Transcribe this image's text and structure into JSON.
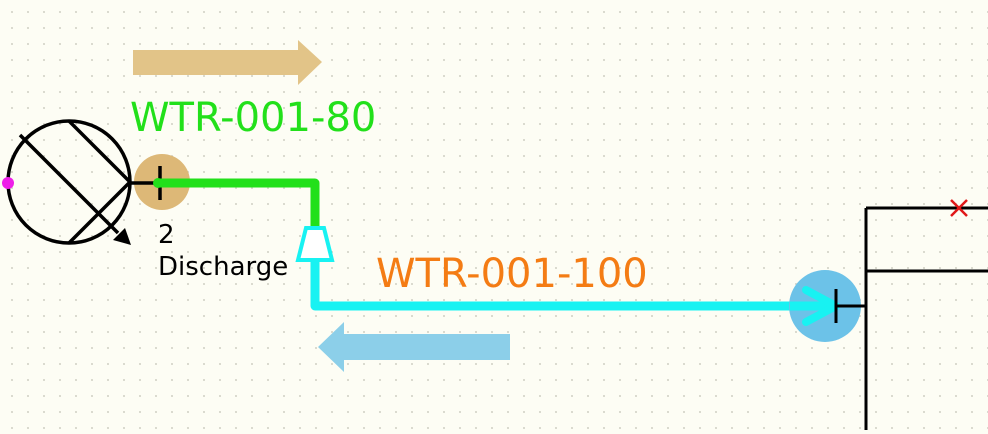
{
  "lines": [
    {
      "tag": "WTR-001-80",
      "color": "#22e01a"
    },
    {
      "tag": "WTR-001-100",
      "color": "#f47c14"
    }
  ],
  "nozzle": {
    "number": "2",
    "name": "Discharge"
  },
  "colors": {
    "background": "#fdfdf4",
    "pipe_green": "#22e01a",
    "pipe_cyan": "#18f2f2",
    "flow_arrow_tan": "#e2c488",
    "flow_arrow_blue": "#8ccfe9",
    "connection_tan": "#ddb877",
    "connection_blue": "#6cc2e8",
    "marker_magenta": "#ee1ee8",
    "marker_red": "#e01818"
  },
  "icons": [
    "pump-icon",
    "reducer-icon",
    "nozzle-icon",
    "close-mark-icon"
  ]
}
